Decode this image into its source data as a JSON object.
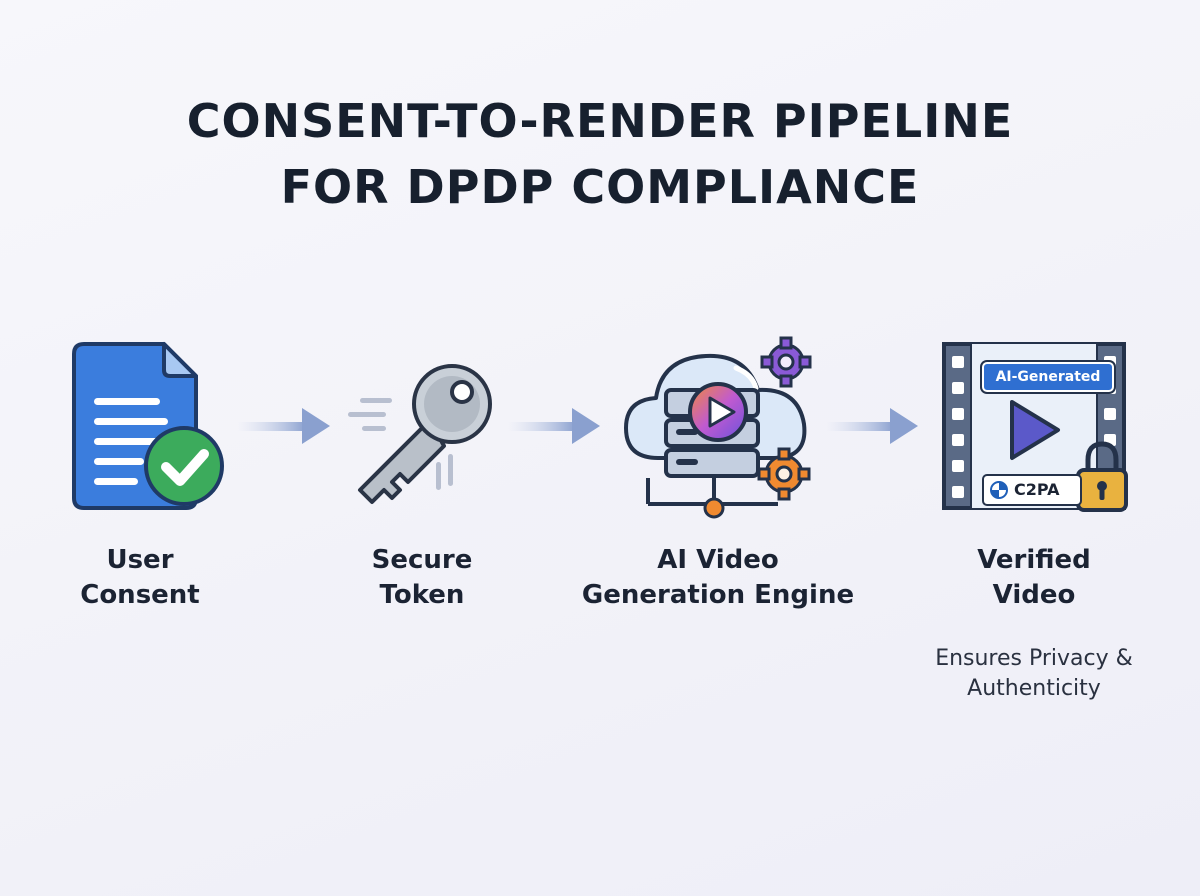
{
  "title": {
    "line1": "CONSENT-TO-RENDER PIPELINE",
    "line2": "FOR DPDP COMPLIANCE"
  },
  "steps": [
    {
      "id": "user-consent",
      "label_line1": "User",
      "label_line2": "Consent",
      "icon": "consent-document-icon"
    },
    {
      "id": "secure-token",
      "label_line1": "Secure",
      "label_line2": "Token",
      "icon": "key-icon"
    },
    {
      "id": "ai-engine",
      "label_line1": "AI Video",
      "label_line2": "Generation Engine",
      "icon": "cloud-server-icon"
    },
    {
      "id": "verified-video",
      "label_line1": "Verified",
      "label_line2": "Video",
      "icon": "video-film-icon"
    }
  ],
  "badges": {
    "ai_generated": "AI-Generated",
    "c2pa": "C2PA"
  },
  "note": {
    "line1": "Ensures Privacy &",
    "line2": "Authenticity"
  },
  "colors": {
    "document_blue": "#3b7ddd",
    "check_green": "#3cab5c",
    "key_silver": "#b9c0c9",
    "play_purple": "#8a4fd8",
    "gear_orange": "#f08a30",
    "gear_purple": "#8a5ad6",
    "arrow_blue": "#8aa0cf",
    "badge_blue": "#2f6fd1",
    "lock_gold": "#e9b23f"
  }
}
